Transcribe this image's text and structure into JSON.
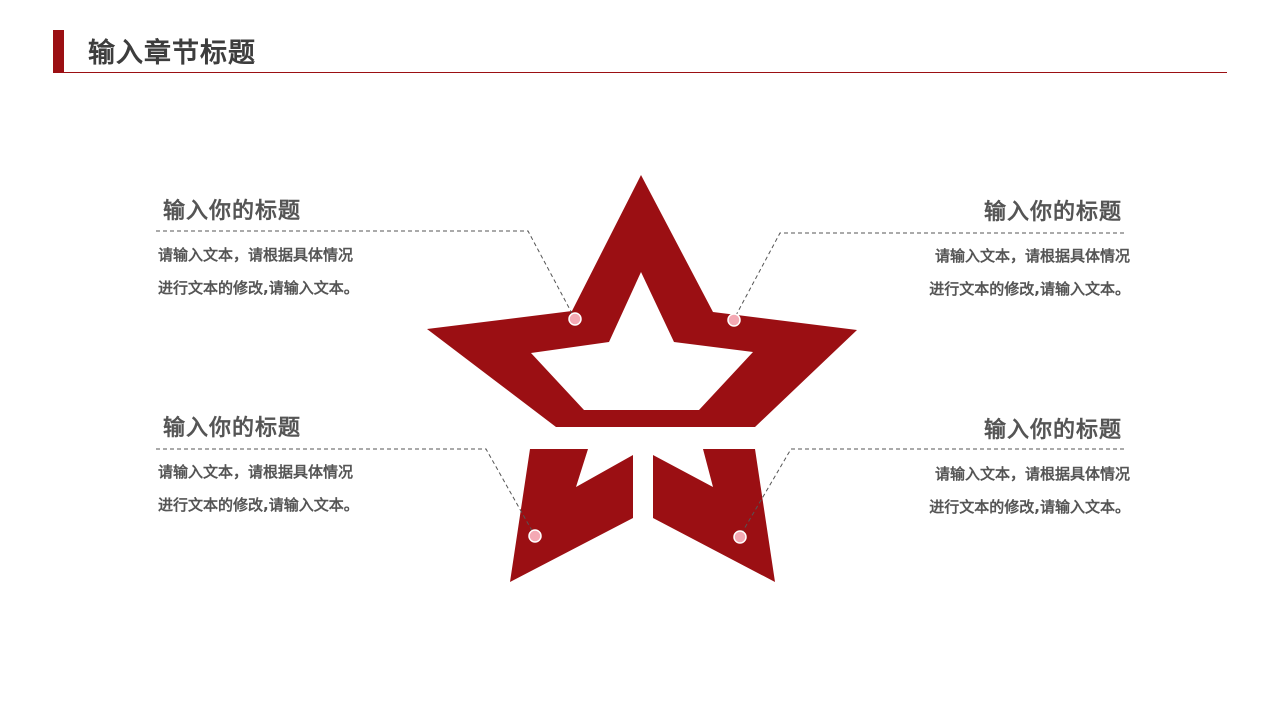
{
  "header": {
    "title": "输入章节标题",
    "accent_color": "#9b0f13"
  },
  "star": {
    "color": "#9b0f13",
    "dot_color": "#f4a9b4",
    "icon": "star-outline-icon"
  },
  "blocks": [
    {
      "title": "输入你的标题",
      "line1": "请输入文本，请根据具体情况",
      "line2": "进行文本的修改,请输入文本。"
    },
    {
      "title": "输入你的标题",
      "line1": "请输入文本，请根据具体情况",
      "line2": "进行文本的修改,请输入文本。"
    },
    {
      "title": "输入你的标题",
      "line1": "请输入文本，请根据具体情况",
      "line2": "进行文本的修改,请输入文本。"
    },
    {
      "title": "输入你的标题",
      "line1": "请输入文本，请根据具体情况",
      "line2": "进行文本的修改,请输入文本。"
    }
  ]
}
